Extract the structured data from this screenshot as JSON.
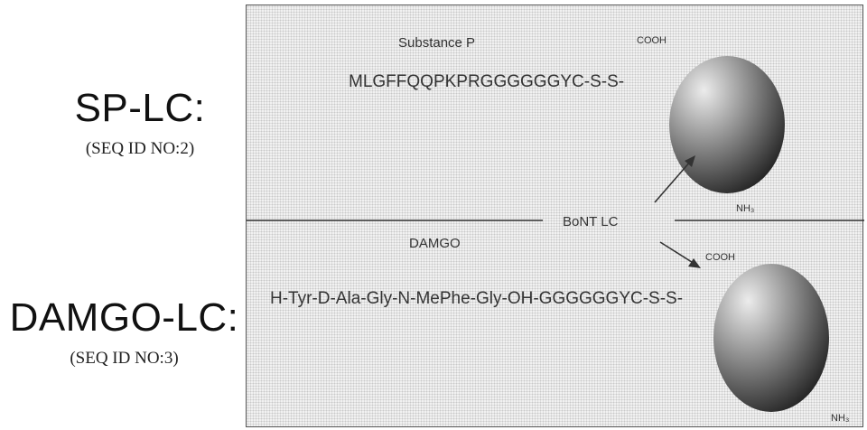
{
  "left": {
    "sp_lc": {
      "title": "SP-LC:",
      "seq_id": "(SEQ ID NO:2)"
    },
    "damgo_lc": {
      "title": "DAMGO-LC:",
      "seq_id": "(SEQ ID NO:3)"
    }
  },
  "panel": {
    "top": {
      "peptide_label": "Substance P",
      "sequence": "MLGFFQQPKPRGGGGGGYC-S-S-",
      "cooh": "COOH",
      "nh": "NH₃"
    },
    "divider_label": "BoNT LC",
    "bottom": {
      "peptide_label": "DAMGO",
      "sequence": "H-Tyr-D-Ala-Gly-N-MePhe-Gly-OH-GGGGGGYC-S-S-",
      "cooh": "COOH",
      "nh": "NH₃"
    }
  },
  "colors": {
    "sphere_light": "#ececec",
    "sphere_dark": "#1e1e1e",
    "line": "#333333"
  }
}
